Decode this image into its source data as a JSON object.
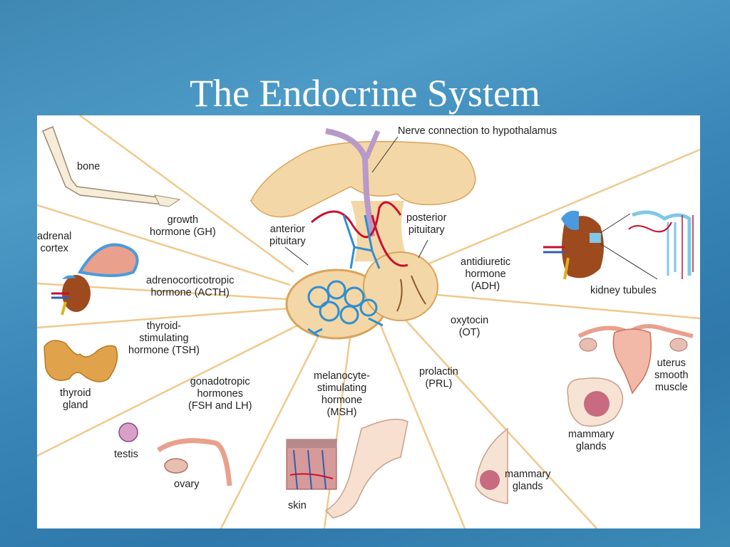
{
  "title": "The Endocrine System",
  "labels": {
    "nerve": "Nerve connection to hypothalamus",
    "bone": "bone",
    "gh": "growth\nhormone (GH)",
    "adrenal": "adrenal\ncortex",
    "acth": "adrenocorticotropic\nhormone (ACTH)",
    "tsh": "thyroid-\nstimulating\nhormone (TSH)",
    "thyroid": "thyroid\ngland",
    "gonado": "gonadotropic\nhormones\n(FSH and LH)",
    "testis": "testis",
    "ovary": "ovary",
    "msh": "melanocyte-\nstimulating\nhormone\n(MSH)",
    "skin": "skin",
    "anterior": "anterior\npituitary",
    "posterior": "posterior\npituitary",
    "adh": "antidiuretic\nhormone\n(ADH)",
    "kidney": "kidney tubules",
    "ot": "oxytocin\n(OT)",
    "uterus": "uterus\nsmooth\nmuscle",
    "prl": "prolactin\n(PRL)",
    "mammary1": "mammary\nglands",
    "mammary2": "mammary\nglands"
  },
  "colors": {
    "gland": "#f4d7a6",
    "gland_dark": "#d9a35a",
    "vessel_blue": "#2f8fd0",
    "vessel_red": "#c8102e",
    "nerve": "#b79ac8",
    "leader": "#f0c98c",
    "organ": "#e9a08c",
    "kidney": "#9c4a1e"
  }
}
